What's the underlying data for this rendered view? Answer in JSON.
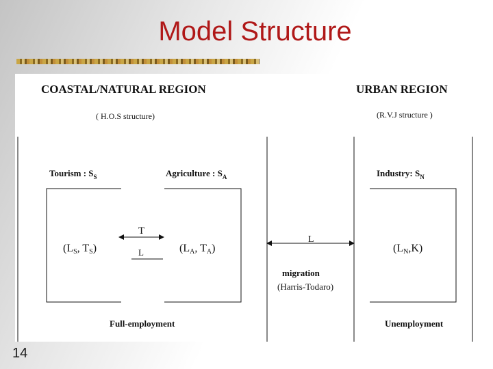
{
  "slide": {
    "title": "Model Structure",
    "number": "14"
  },
  "regions": {
    "coastal": {
      "title": "COASTAL/NATURAL REGION",
      "subtitle": "( H.O.S structure)"
    },
    "urban": {
      "title": "URBAN REGION",
      "subtitle": "(R.V.J structure )"
    }
  },
  "sectors": {
    "tourism": {
      "label": "Tourism : S",
      "sub": "S",
      "vars": {
        "L": "L",
        "L_sub": "S",
        "T": "T",
        "T_sub": "S"
      }
    },
    "agriculture": {
      "label": "Agriculture : S",
      "sub": "A",
      "vars": {
        "L": "L",
        "L_sub": "A",
        "T": "T",
        "T_sub": "A"
      }
    },
    "industry": {
      "label": "Industry: S",
      "sub": "N",
      "vars": {
        "L": "L",
        "L_sub": "N",
        "K": "K"
      }
    }
  },
  "flows": {
    "within_coastal_top": "T",
    "within_coastal_bottom": "L",
    "between_regions": "L",
    "migration_title": "migration",
    "migration_subtitle": "(Harris-Todaro)"
  },
  "outcomes": {
    "coastal": "Full-employment",
    "urban": "Unemployment"
  }
}
